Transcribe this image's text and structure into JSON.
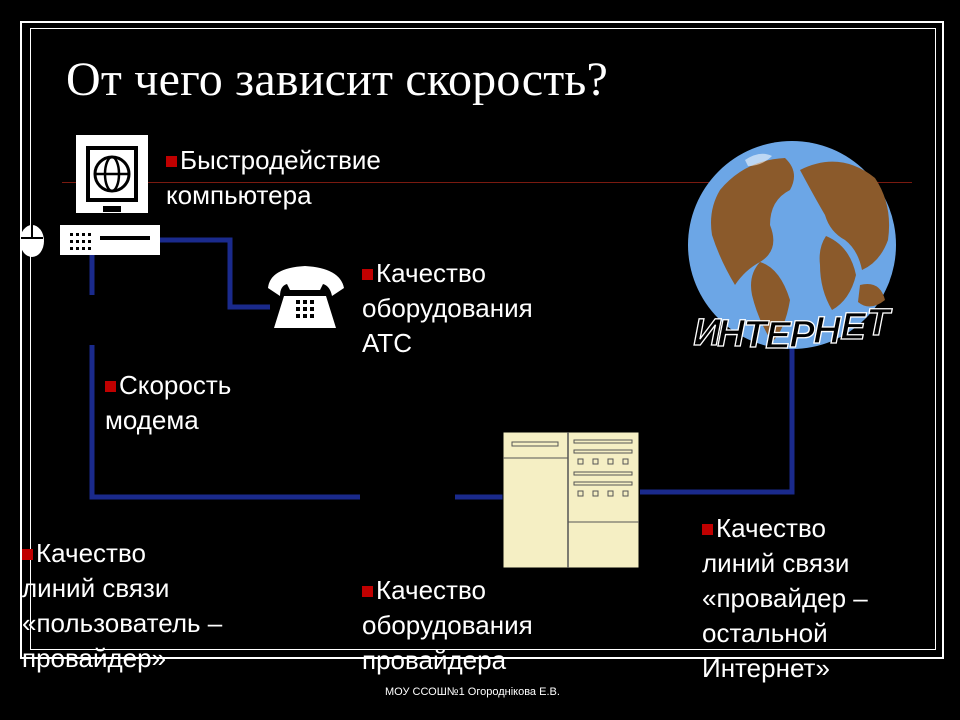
{
  "slide": {
    "title": "От чего зависит скорость?",
    "footer": "МОУ ССОШ№1 Огороднікова Е.В."
  },
  "labels": {
    "computer": {
      "line1": "Быстродействие",
      "line2": "компьютера"
    },
    "ats": {
      "line1": "Качество",
      "line2": "оборудования",
      "line3": "АТС"
    },
    "modem": {
      "line1": "Скорость",
      "line2": "модема"
    },
    "lines_user": {
      "line1": "Качество",
      "line2": "линий связи",
      "line3": "«пользователь –",
      "line4": "провайдер»"
    },
    "provider_equipment": {
      "line1": "Качество",
      "line2": "оборудования",
      "line3": "провайдера"
    },
    "lines_provider": {
      "line1": "Качество",
      "line2": "линий связи",
      "line3": "«провайдер –",
      "line4": "остальной",
      "line5": "Интернет»"
    }
  },
  "globe": {
    "caption_letters": [
      "И",
      "Н",
      "Т",
      "Е",
      "Р",
      "Н",
      "Е",
      "Т"
    ]
  },
  "icons": [
    "computer-monitor-icon",
    "system-unit-icon",
    "mouse-icon",
    "telephone-icon",
    "server-rack-icon",
    "globe-icon"
  ],
  "colors": {
    "background": "#000000",
    "line": "#1a2a8c",
    "bullet": "#c00000",
    "server": "#f5efc4",
    "ocean": "#6ca6e6",
    "land": "#8b5a2b"
  }
}
